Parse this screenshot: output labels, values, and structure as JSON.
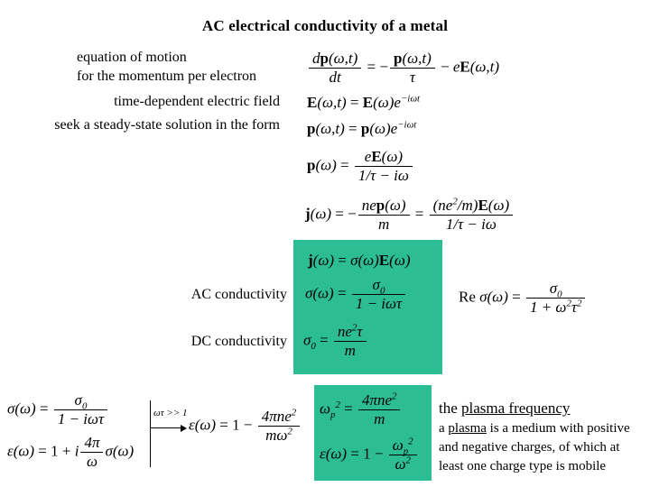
{
  "title": "AC electrical conductivity of a metal",
  "labels": {
    "motion_line1": "equation of motion",
    "motion_line2": "for the momentum per electron",
    "time_dependent_field": "time-dependent electric field",
    "steady_state": "seek a steady-state solution in the form",
    "ac_conductivity": "AC conductivity",
    "dc_conductivity": "DC conductivity"
  },
  "equations": {
    "eq_motion": {
      "tokens": [
        [
          "f",
          [
            [
              "i",
              "d"
            ],
            [
              "b",
              "p"
            ],
            [
              "i",
              "(ω,t)"
            ]
          ],
          [
            [
              "i",
              "dt"
            ]
          ]
        ],
        [
          "r",
          " = −"
        ],
        [
          "f",
          [
            [
              "b",
              "p"
            ],
            [
              "i",
              "(ω,t)"
            ]
          ],
          [
            [
              "i",
              "τ"
            ]
          ]
        ],
        [
          "r",
          " − "
        ],
        [
          "i",
          "e"
        ],
        [
          "b",
          "E"
        ],
        [
          "i",
          "(ω,t)"
        ]
      ]
    },
    "efield": {
      "tokens": [
        [
          "b",
          "E"
        ],
        [
          "i",
          "(ω,t)"
        ],
        [
          "r",
          " = "
        ],
        [
          "b",
          "E"
        ],
        [
          "i",
          "(ω)"
        ],
        [
          "i",
          "e"
        ],
        [
          "sup",
          "−iωt"
        ]
      ]
    },
    "steady": {
      "tokens": [
        [
          "b",
          "p"
        ],
        [
          "i",
          "(ω,t)"
        ],
        [
          "r",
          " = "
        ],
        [
          "b",
          "p"
        ],
        [
          "i",
          "(ω)"
        ],
        [
          "i",
          "e"
        ],
        [
          "sup",
          "−iωt"
        ]
      ]
    },
    "pomega": {
      "tokens": [
        [
          "b",
          "p"
        ],
        [
          "i",
          "(ω)"
        ],
        [
          "r",
          " = "
        ],
        [
          "f",
          [
            [
              "i",
              "e"
            ],
            [
              "b",
              "E"
            ],
            [
              "i",
              "(ω)"
            ]
          ],
          [
            [
              "i",
              "1/τ − iω"
            ]
          ]
        ]
      ]
    },
    "jomega": {
      "tokens": [
        [
          "b",
          "j"
        ],
        [
          "i",
          "(ω)"
        ],
        [
          "r",
          " = −"
        ],
        [
          "f",
          [
            [
              "i",
              "ne"
            ],
            [
              "b",
              "p"
            ],
            [
              "i",
              "(ω)"
            ]
          ],
          [
            [
              "i",
              "m"
            ]
          ]
        ],
        [
          "r",
          " = "
        ],
        [
          "f",
          [
            [
              "i",
              "(ne"
            ],
            [
              "sup",
              "2"
            ],
            [
              "i",
              "/m)"
            ],
            [
              "b",
              "E"
            ],
            [
              "i",
              "(ω)"
            ]
          ],
          [
            [
              "i",
              "1/τ − iω"
            ]
          ]
        ]
      ]
    },
    "ohm": {
      "tokens": [
        [
          "b",
          "j"
        ],
        [
          "i",
          "(ω)"
        ],
        [
          "r",
          " = "
        ],
        [
          "i",
          "σ(ω)"
        ],
        [
          "b",
          "E"
        ],
        [
          "i",
          "(ω)"
        ]
      ]
    },
    "sigma_ac": {
      "tokens": [
        [
          "i",
          "σ(ω)"
        ],
        [
          "r",
          " = "
        ],
        [
          "f",
          [
            [
              "i",
              "σ"
            ],
            [
              "sub",
              "0"
            ]
          ],
          [
            [
              "i",
              "1 − iωτ"
            ]
          ]
        ]
      ]
    },
    "sigma_dc": {
      "tokens": [
        [
          "i",
          "σ"
        ],
        [
          "sub",
          "0"
        ],
        [
          "r",
          " = "
        ],
        [
          "f",
          [
            [
              "i",
              "ne"
            ],
            [
              "sup",
              "2"
            ],
            [
              "i",
              "τ"
            ]
          ],
          [
            [
              "i",
              "m"
            ]
          ]
        ]
      ]
    },
    "re_sigma": {
      "tokens": [
        [
          "r",
          "Re "
        ],
        [
          "i",
          "σ(ω)"
        ],
        [
          "r",
          " = "
        ],
        [
          "f",
          [
            [
              "i",
              "σ"
            ],
            [
              "sub",
              "0"
            ]
          ],
          [
            [
              "i",
              "1 + ω"
            ],
            [
              "sup",
              "2"
            ],
            [
              "i",
              "τ"
            ],
            [
              "sup",
              "2"
            ]
          ]
        ]
      ]
    },
    "bl_sigma": {
      "tokens": [
        [
          "i",
          "σ(ω)"
        ],
        [
          "r",
          " = "
        ],
        [
          "f",
          [
            [
              "i",
              "σ"
            ],
            [
              "sub",
              "0"
            ]
          ],
          [
            [
              "i",
              "1 − iωτ"
            ]
          ]
        ]
      ]
    },
    "bl_eps": {
      "tokens": [
        [
          "i",
          "ε(ω)"
        ],
        [
          "r",
          " = 1 + "
        ],
        [
          "i",
          "i"
        ],
        [
          "f",
          [
            [
              "i",
              "4π"
            ]
          ],
          [
            [
              "i",
              "ω"
            ]
          ]
        ],
        [
          "i",
          "σ(ω)"
        ]
      ]
    },
    "eps_high": {
      "tokens": [
        [
          "i",
          "ε(ω)"
        ],
        [
          "r",
          " = 1 − "
        ],
        [
          "f",
          [
            [
              "i",
              "4πne"
            ],
            [
              "sup",
              "2"
            ]
          ],
          [
            [
              "i",
              "mω"
            ],
            [
              "sup",
              "2"
            ]
          ]
        ]
      ]
    },
    "wp": {
      "tokens": [
        [
          "i",
          "ω"
        ],
        [
          "sub",
          "p"
        ],
        [
          "sup",
          "2"
        ],
        [
          "r",
          " = "
        ],
        [
          "f",
          [
            [
              "i",
              "4πne"
            ],
            [
              "sup",
              "2"
            ]
          ],
          [
            [
              "i",
              "m"
            ]
          ]
        ]
      ]
    },
    "eps_plasma": {
      "tokens": [
        [
          "i",
          "ε(ω)"
        ],
        [
          "r",
          " = 1 − "
        ],
        [
          "f",
          [
            [
              "i",
              "ω"
            ],
            [
              "sub",
              "p"
            ],
            [
              "sup",
              "2"
            ]
          ],
          [
            [
              "i",
              "ω"
            ],
            [
              "sup",
              "2"
            ]
          ]
        ]
      ]
    }
  },
  "arrow": {
    "condition": "ωτ >> 1"
  },
  "plasma": {
    "head_prefix": "the ",
    "head_underlined": "plasma frequency",
    "line1_prefix": "a ",
    "line1_underlined": "plasma",
    "line1_rest": " is a medium with positive",
    "line2": "and negative charges, of which at",
    "line3": "least one charge type is mobile",
    "highlight_color": "#2cbd95",
    "text_color": "#000000",
    "background_color": "#ffffff"
  }
}
